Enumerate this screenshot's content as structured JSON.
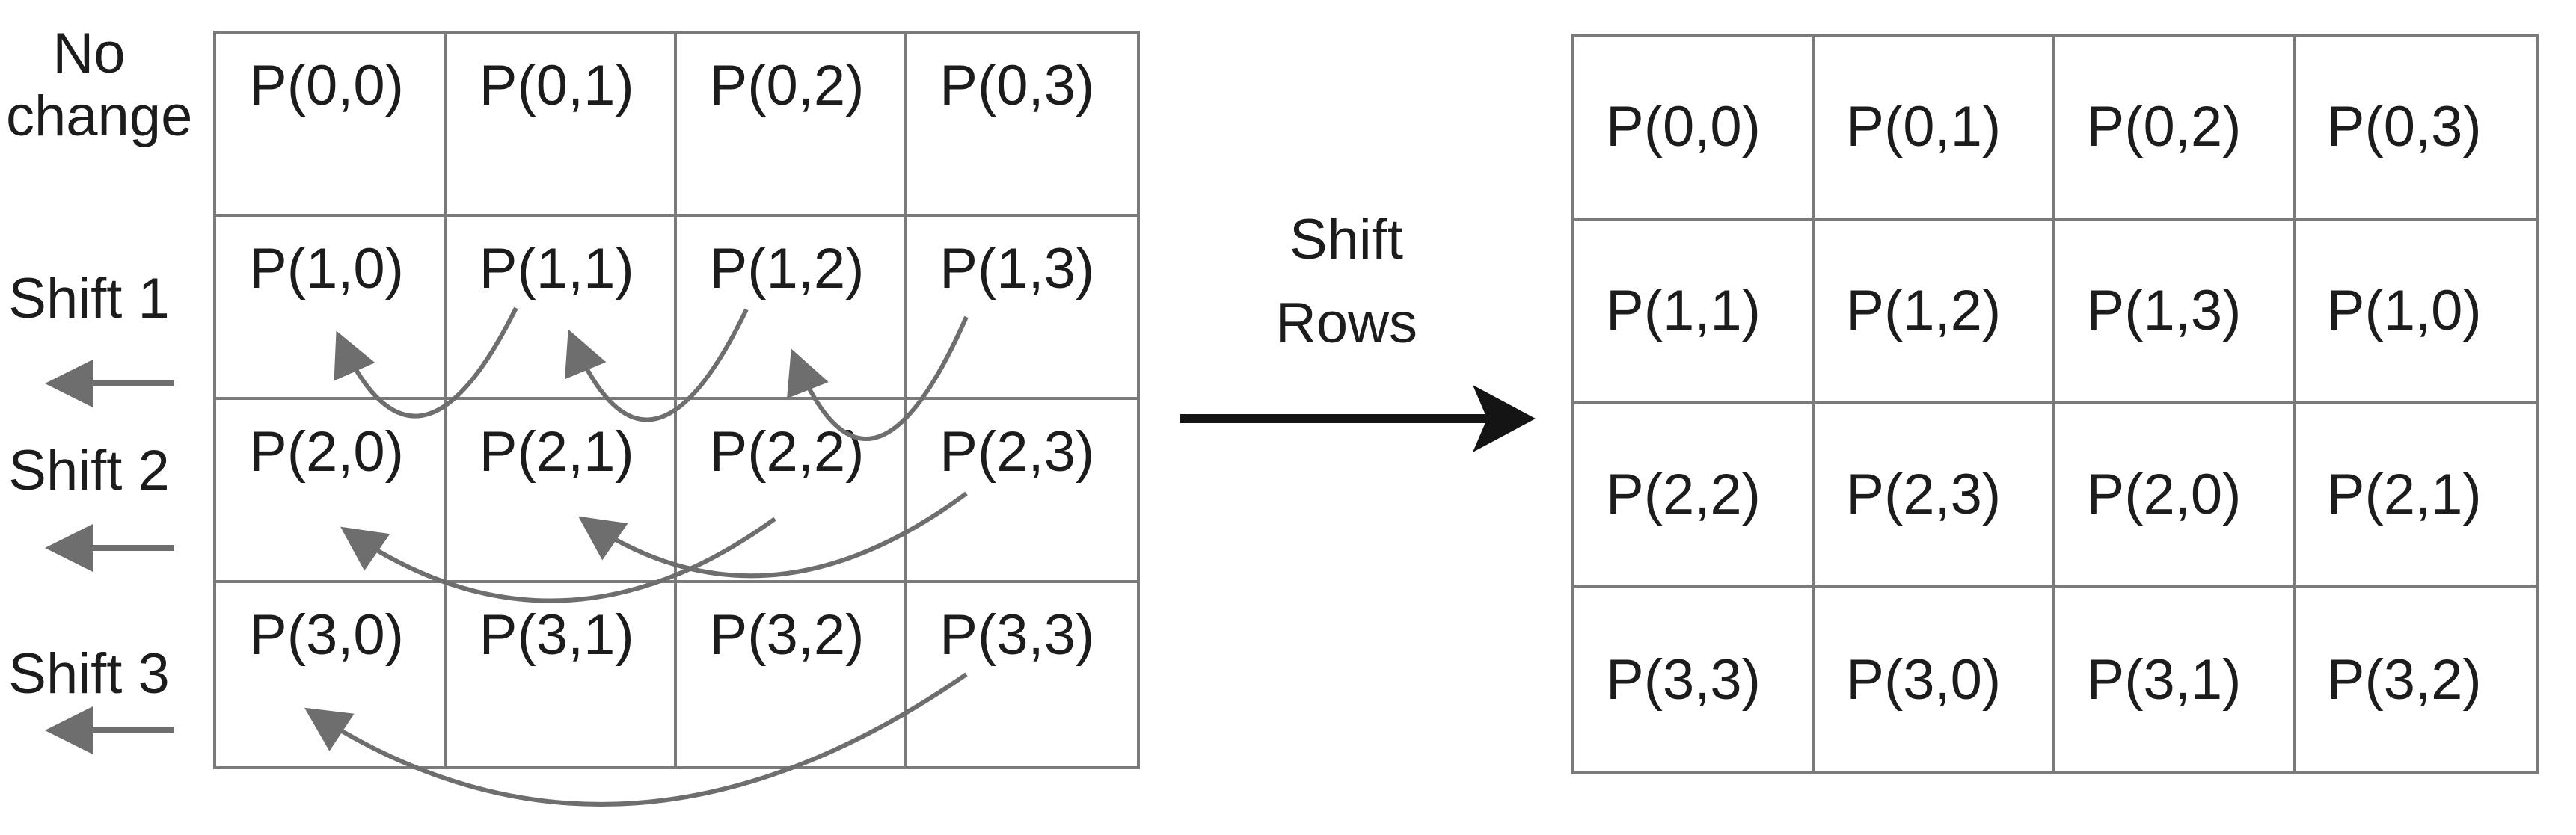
{
  "labels": {
    "no_change": "No change",
    "shift1": "Shift 1",
    "shift2": "Shift 2",
    "shift3": "Shift 3",
    "operation_line1": "Shift",
    "operation_line2": "Rows"
  },
  "left_grid": {
    "rows": [
      [
        "P(0,0)",
        "P(0,1)",
        "P(0,2)",
        "P(0,3)"
      ],
      [
        "P(1,0)",
        "P(1,1)",
        "P(1,2)",
        "P(1,3)"
      ],
      [
        "P(2,0)",
        "P(2,1)",
        "P(2,2)",
        "P(2,3)"
      ],
      [
        "P(3,0)",
        "P(3,1)",
        "P(3,2)",
        "P(3,3)"
      ]
    ]
  },
  "right_grid": {
    "rows": [
      [
        "P(0,0)",
        "P(0,1)",
        "P(0,2)",
        "P(0,3)"
      ],
      [
        "P(1,1)",
        "P(1,2)",
        "P(1,3)",
        "P(1,0)"
      ],
      [
        "P(2,2)",
        "P(2,3)",
        "P(2,0)",
        "P(2,1)"
      ],
      [
        "P(3,3)",
        "P(3,0)",
        "P(3,1)",
        "P(3,2)"
      ]
    ]
  },
  "arrow_mappings": {
    "row1": [
      "P(1,1)->P(1,0)",
      "P(1,2)->P(1,1)",
      "P(1,3)->P(1,2)"
    ],
    "row2": [
      "P(2,2)->P(2,0)",
      "P(2,3)->P(2,1)"
    ],
    "row3": [
      "P(3,3)->P(3,0)"
    ]
  },
  "colors": {
    "grid_line": "#7a7a7a",
    "arrow_gray": "#6e6e6e",
    "arrow_black": "#141414",
    "text": "#1c1c1c"
  }
}
